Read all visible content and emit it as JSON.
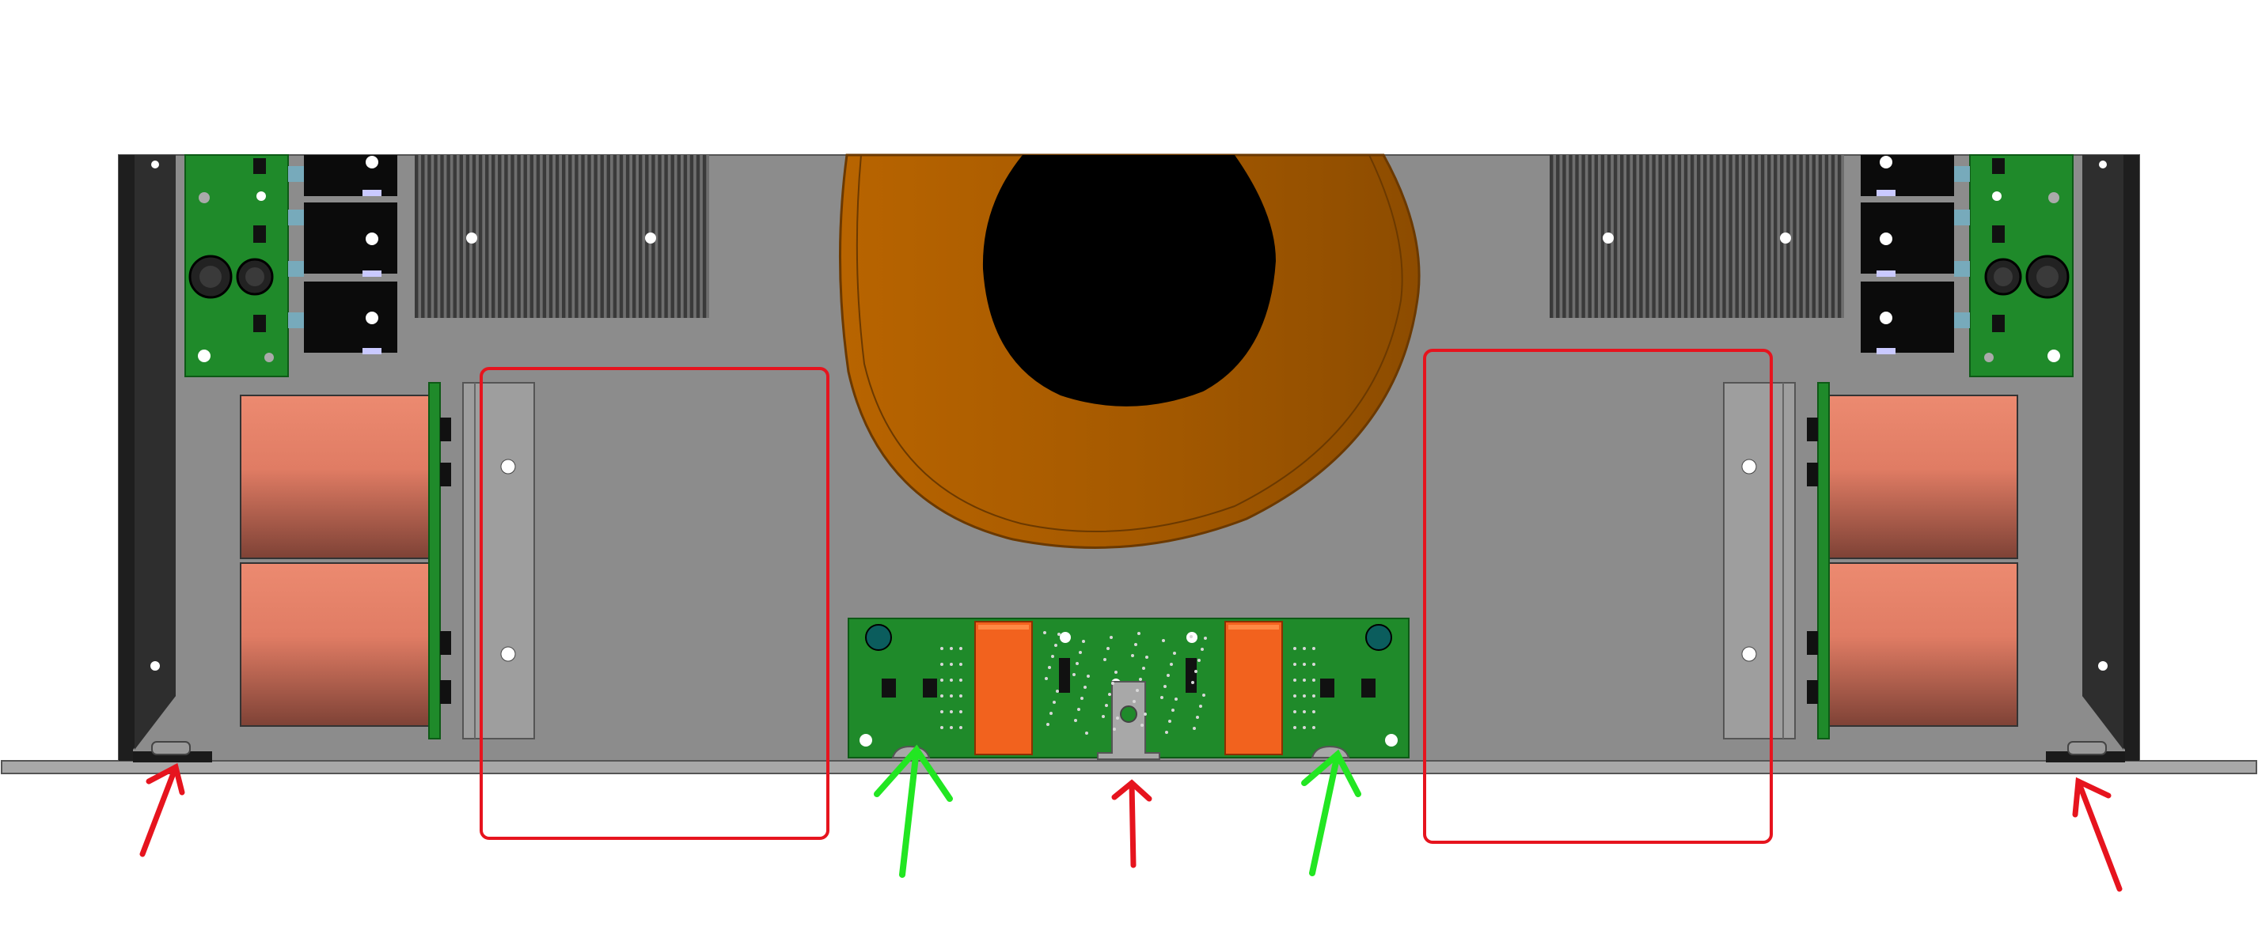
{
  "diagram": {
    "subject": "amplifier-chassis-top-view",
    "colors": {
      "background": "#ffffff",
      "chassis": "#8c8c8c",
      "chassis_edge": "#555555",
      "side_panel": "#1e1e1e",
      "heatsink_dark": "#3a3a3a",
      "heatsink_light": "#6e6e6e",
      "pcb": "#1f8a2a",
      "pcb_dark": "#11651c",
      "transistor": "#0a0a0a",
      "toroid": "#a75b00",
      "toroid_edge": "#6b3900",
      "coil_top": "#e9836b",
      "coil_bottom": "#8a4a3c",
      "relay": "#f2621e",
      "plate": "#a2a2a2",
      "highlight_box": "#e6141e",
      "arrow_red": "#e6141e",
      "arrow_green": "#22e622",
      "hole": "#ffffff"
    },
    "highlight_boxes": [
      "left-empty-zone",
      "right-empty-zone"
    ],
    "arrows": [
      {
        "name": "arrow-foot-left",
        "color": "red"
      },
      {
        "name": "arrow-standoff-left",
        "color": "green"
      },
      {
        "name": "arrow-center-bracket",
        "color": "red"
      },
      {
        "name": "arrow-standoff-right",
        "color": "green"
      },
      {
        "name": "arrow-foot-right",
        "color": "red"
      }
    ]
  }
}
